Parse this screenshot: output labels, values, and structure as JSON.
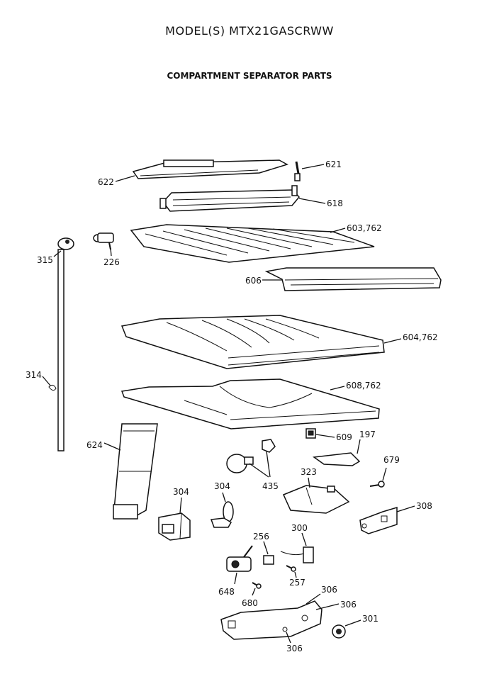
{
  "header": {
    "title": "MODEL(S) MTX21GASCRWW",
    "subtitle": "COMPARTMENT SEPARATOR PARTS"
  },
  "labels": {
    "p622": "622",
    "p621": "621",
    "p618": "618",
    "p603": "603,762",
    "p226": "226",
    "p315": "315",
    "p606": "606",
    "p604": "604,762",
    "p314": "314",
    "p608": "608,762",
    "p609": "609",
    "p197": "197",
    "p624": "624",
    "p679": "679",
    "p323": "323",
    "p435": "435",
    "p304a": "304",
    "p304b": "304",
    "p308": "308",
    "p256": "256",
    "p300": "300",
    "p257": "257",
    "p648": "648",
    "p680": "680",
    "p306a": "306",
    "p306b": "306",
    "p306c": "306",
    "p301": "301"
  }
}
